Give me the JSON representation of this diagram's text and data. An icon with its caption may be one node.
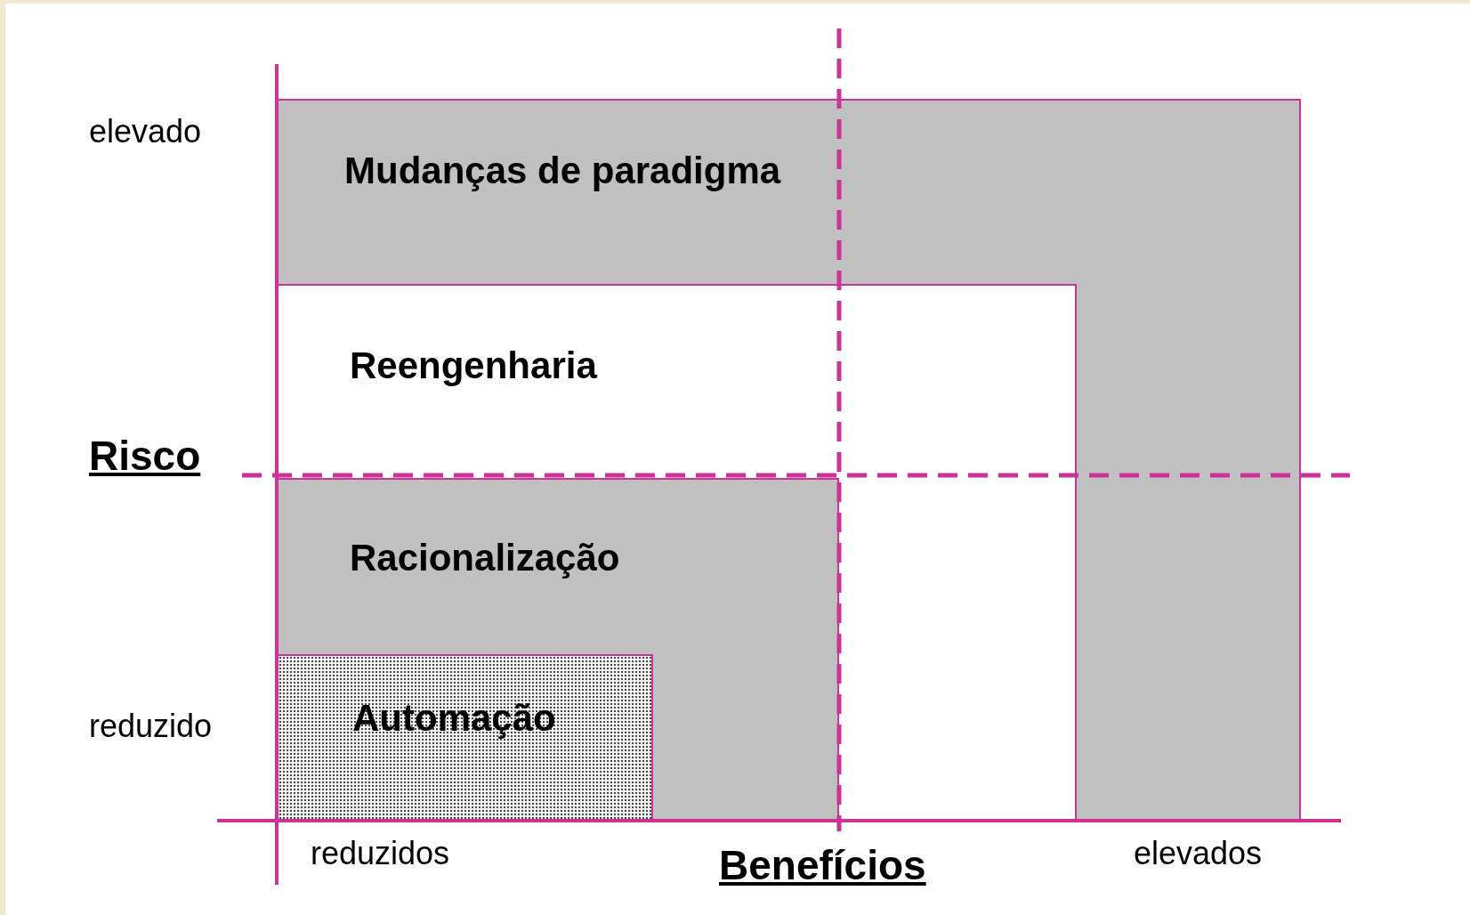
{
  "diagram": {
    "nodes": [
      {
        "text": [
          "Mudanças de paradigma"
        ]
      },
      {
        "text": [
          "Reengenharia"
        ],
        "in": 0
      },
      {
        "text": [
          "Racionalização"
        ],
        "in": 1
      },
      {
        "text": [
          "Automação"
        ],
        "in": 2
      }
    ],
    "labels": [
      "elevado",
      "Risco",
      "reduzido",
      "reduzidos",
      "Benefícios",
      "elevados"
    ]
  }
}
